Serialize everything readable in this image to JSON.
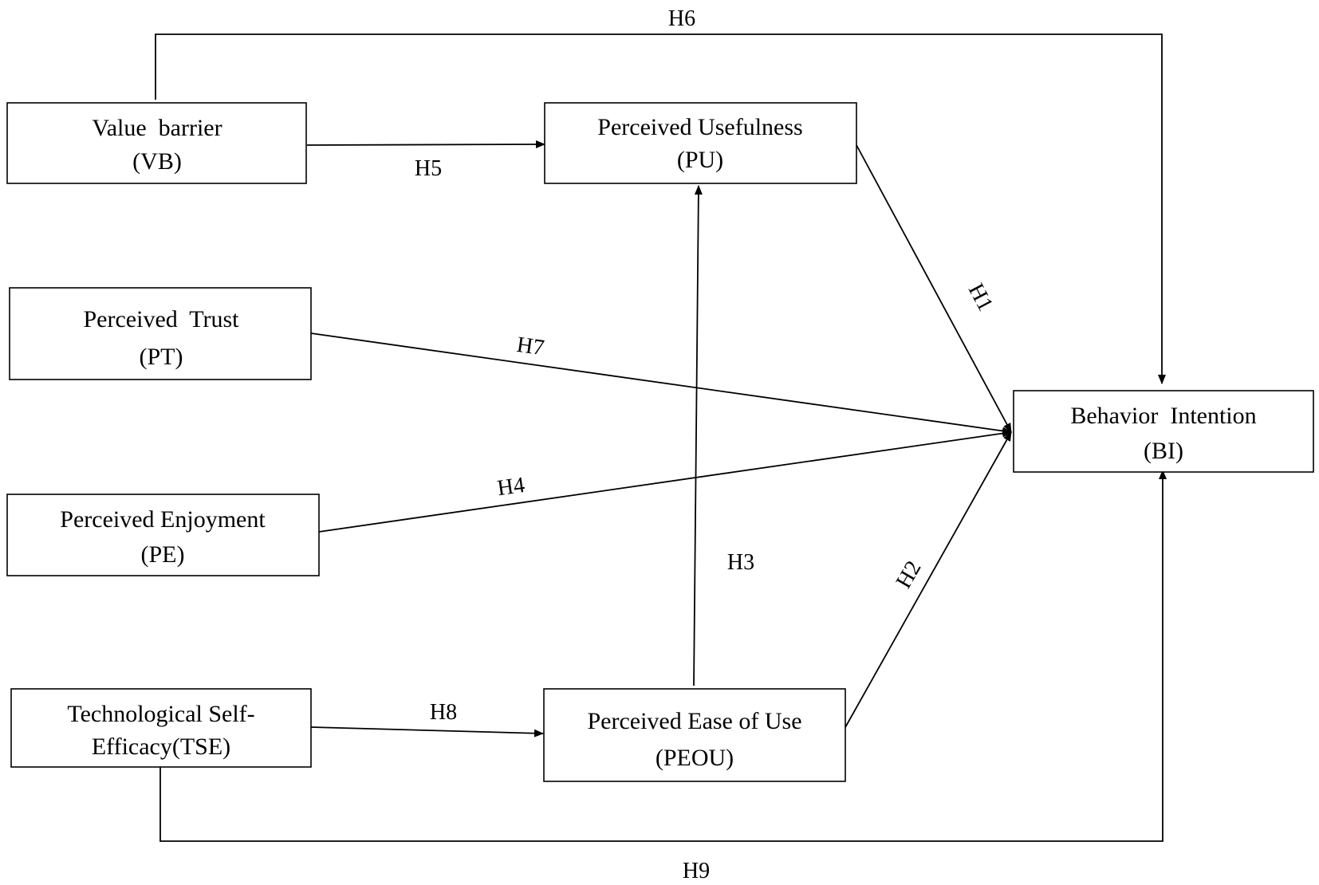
{
  "diagram": {
    "nodes": {
      "vb": {
        "line1": "Value  barrier",
        "line2": "(VB)"
      },
      "pu": {
        "line1": "Perceived Usefulness",
        "line2": "(PU)"
      },
      "pt": {
        "line1": "Perceived  Trust",
        "line2": "(PT)"
      },
      "pe": {
        "line1": "Perceived Enjoyment",
        "line2": "(PE)"
      },
      "tse": {
        "line1": "Technological Self-",
        "line2": "Efficacy(TSE)"
      },
      "peou": {
        "line1": "Perceived Ease of Use",
        "line2": "(PEOU)"
      },
      "bi": {
        "line1": "Behavior  Intention",
        "line2": "(BI)"
      }
    },
    "edges": {
      "h1": "H1",
      "h2": "H2",
      "h3": "H3",
      "h4": "H4",
      "h5": "H5",
      "h6": "H6",
      "h7": "H7",
      "h8": "H8",
      "h9": "H9"
    },
    "colors": {
      "line": "#000000",
      "box_fill": "#ffffff",
      "background": "#ffffff"
    }
  }
}
